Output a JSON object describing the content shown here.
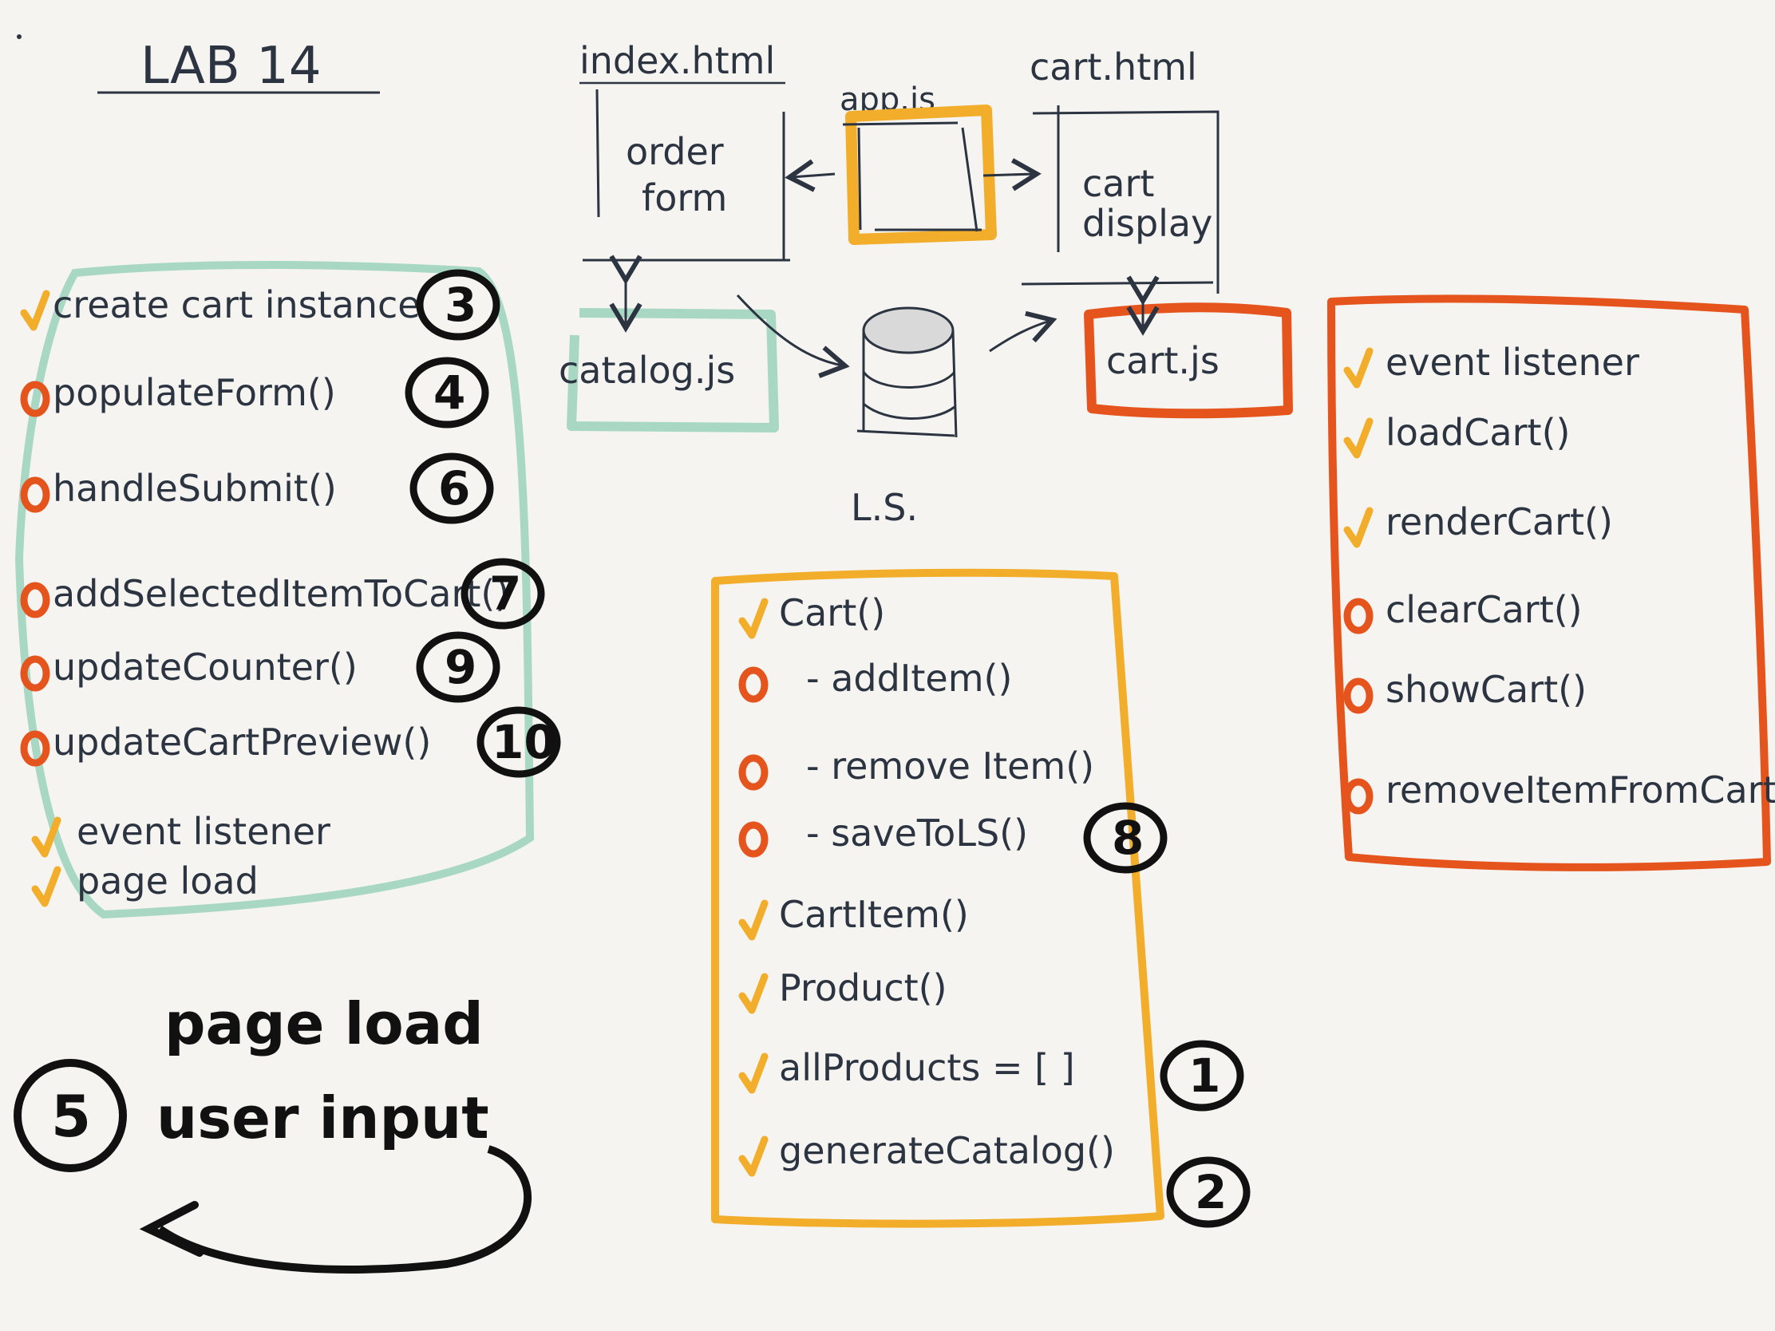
{
  "title": "LAB 14",
  "colors": {
    "ink": "#2b3440",
    "teal": "#a8d8c4",
    "orange": "#f2ad2a",
    "red": "#e4541c",
    "black": "#111111"
  },
  "files": {
    "index_html": "index.html",
    "order_form_line1": "order",
    "order_form_line2": "form",
    "app_js": "app.js",
    "cart_html": "cart.html",
    "cart_display_line1": "cart",
    "cart_display_line2": "display",
    "catalog_js": "catalog.js",
    "cart_js": "cart.js",
    "local_storage": "L.S."
  },
  "app_list": [
    {
      "status": "done",
      "text": "create cart instance",
      "step": "3"
    },
    {
      "status": "todo",
      "text": "populateForm()",
      "step": "4"
    },
    {
      "status": "todo",
      "text": "handleSubmit()",
      "step": "6"
    },
    {
      "status": "todo",
      "text": "addSelectedItemToCart()",
      "step": "7"
    },
    {
      "status": "todo",
      "text": "updateCounter()",
      "step": "9"
    },
    {
      "status": "todo",
      "text": "updateCartPreview()",
      "step": "10"
    },
    {
      "status": "done",
      "text": "event listener",
      "step": ""
    },
    {
      "status": "done",
      "text": "page load",
      "step": ""
    }
  ],
  "catalog_list": [
    {
      "status": "done",
      "text": "Cart()",
      "step": ""
    },
    {
      "status": "todo",
      "text": "- addItem()",
      "step": ""
    },
    {
      "status": "todo",
      "text": "- remove Item()",
      "step": ""
    },
    {
      "status": "todo",
      "text": "- saveToLS()",
      "step": "8"
    },
    {
      "status": "done",
      "text": "CartItem()",
      "step": ""
    },
    {
      "status": "done",
      "text": "Product()",
      "step": ""
    },
    {
      "status": "done",
      "text": "allProducts = [ ]",
      "step": "1"
    },
    {
      "status": "done",
      "text": "generateCatalog()",
      "step": "2"
    }
  ],
  "cart_list": [
    {
      "status": "done",
      "text": "event listener"
    },
    {
      "status": "done",
      "text": "loadCart()"
    },
    {
      "status": "done",
      "text": "renderCart()"
    },
    {
      "status": "todo",
      "text": "clearCart()"
    },
    {
      "status": "todo",
      "text": "showCart()"
    },
    {
      "status": "todo",
      "text": "removeItemFromCart"
    }
  ],
  "note": {
    "step": "5",
    "line1": "page load",
    "line2": "user input"
  }
}
